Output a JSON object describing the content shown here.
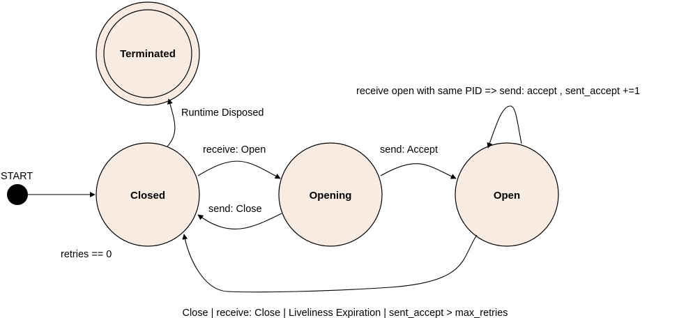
{
  "start": {
    "label": "START"
  },
  "states": {
    "terminated": "Terminated",
    "closed": "Closed",
    "opening": "Opening",
    "open": "Open"
  },
  "transitions": {
    "closed_to_terminated": "Runtime Disposed",
    "closed_to_opening": "receive: Open",
    "opening_to_closed": "send: Close",
    "opening_to_open": "send: Accept",
    "open_self_loop": "receive open with same PID  => send: accept , sent_accept +=1",
    "closed_retries": "retries ==  0",
    "open_to_closed": "Close | receive: Close | Liveliness Expiration | sent_accept > max_retries"
  },
  "colors": {
    "state_fill": "#f8ece2",
    "stroke": "#000000",
    "start_fill": "#000000"
  }
}
